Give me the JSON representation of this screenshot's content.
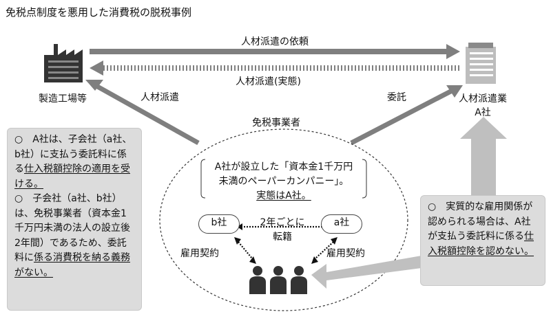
{
  "title": "免税点制度を悪用した消費税の脱税事例",
  "arrows": {
    "request": "人材派遣の依頼",
    "actual": "人材派遣(実態)",
    "dispatch": "人材派遣",
    "entrust": "委託"
  },
  "nodes": {
    "factory": "製造工場等",
    "agency_line1": "人材派遣業",
    "agency_line2": "A社",
    "exempt": "免税事業者",
    "company_b": "b社",
    "company_a": "a社",
    "transfer_line1": "2年ごとに",
    "transfer_line2": "転籍",
    "employment_left": "雇用契約",
    "employment_right": "雇用契約"
  },
  "paper_company": {
    "line1": "A社が設立した「資本金1千万円",
    "line2": "未満のペーパーカンパニー」。",
    "line3": "実態はA社。"
  },
  "left_box": {
    "para1": {
      "marker": "○",
      "pre": "A社は、子会社（a社、b社）に支払う委託料に係る",
      "underlined": "仕入税額控除の適用を受ける。"
    },
    "para2": {
      "marker": "○",
      "pre": "子会社（a社、b社）は、免税事業者（資本金1千万円未満の法人の設立後2年間）であるため、委託料に",
      "underlined": "係る消費税を納る義務がない。"
    }
  },
  "right_box": {
    "marker": "○",
    "pre": "実質的な雇用関係が認められる場合は、A社が支払う委託料に係る",
    "underlined": "仕入税額控除を認めない。"
  },
  "colors": {
    "arrow_gray": "#7f7f7f",
    "box_gray": "#dcdcdc",
    "light_arrow": "#c0c0c0"
  },
  "icons": [
    "factory-icon",
    "building-icon",
    "workers-icon"
  ]
}
